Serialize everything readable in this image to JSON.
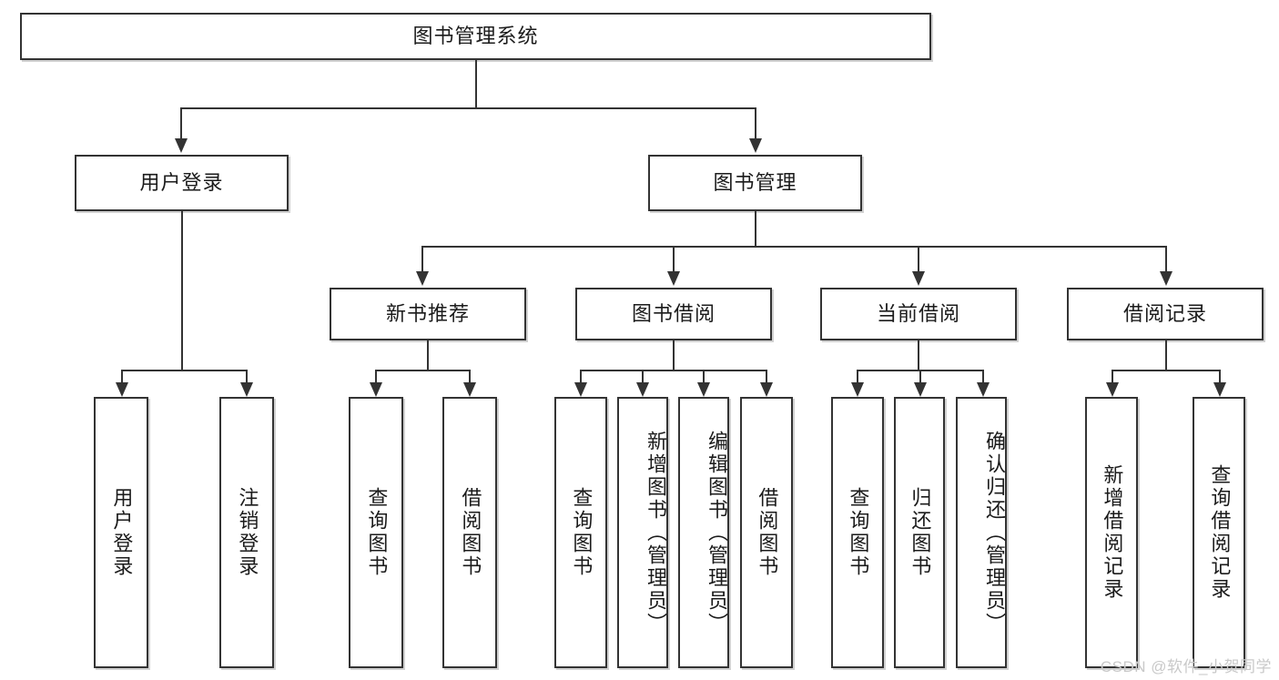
{
  "diagram": {
    "type": "tree-hierarchy",
    "title": "图书管理系统",
    "watermark": "CSDN @软件_小贺同学",
    "colors": {
      "box_border": "#333333",
      "box_fill": "#ffffff",
      "connector": "#333333",
      "text": "#1b1b1b",
      "watermark": "#c9c9c9"
    },
    "levels": {
      "root": {
        "label": "图书管理系统"
      },
      "level2": [
        {
          "id": "user-login",
          "label": "用户登录"
        },
        {
          "id": "book-manage",
          "label": "图书管理"
        }
      ],
      "level3": [
        {
          "id": "new-book-rec",
          "label": "新书推荐"
        },
        {
          "id": "book-borrow",
          "label": "图书借阅"
        },
        {
          "id": "current-borrow",
          "label": "当前借阅"
        },
        {
          "id": "borrow-record",
          "label": "借阅记录"
        }
      ],
      "leaves": {
        "user-login": [
          {
            "id": "leaf-user-login",
            "label": "用户登录"
          },
          {
            "id": "leaf-logout",
            "label": "注销登录"
          }
        ],
        "new-book-rec": [
          {
            "id": "leaf-query-book-1",
            "label": "查询图书"
          },
          {
            "id": "leaf-borrow-book-1",
            "label": "借阅图书"
          }
        ],
        "book-borrow": [
          {
            "id": "leaf-query-book-2",
            "label": "查询图书"
          },
          {
            "id": "leaf-add-book",
            "label": "新增图书（管理员）"
          },
          {
            "id": "leaf-edit-book",
            "label": "编辑图书（管理员）"
          },
          {
            "id": "leaf-borrow-book-2",
            "label": "借阅图书"
          }
        ],
        "current-borrow": [
          {
            "id": "leaf-query-book-3",
            "label": "查询图书"
          },
          {
            "id": "leaf-return-book",
            "label": "归还图书"
          },
          {
            "id": "leaf-confirm-return",
            "label": "确认归还（管理员）"
          }
        ],
        "borrow-record": [
          {
            "id": "leaf-add-record",
            "label": "新增借阅记录"
          },
          {
            "id": "leaf-query-record",
            "label": "查询借阅记录"
          }
        ]
      }
    },
    "edges": [
      {
        "from": "图书管理系统",
        "to": "用户登录"
      },
      {
        "from": "图书管理系统",
        "to": "图书管理"
      },
      {
        "from": "用户登录",
        "to": "用户登录"
      },
      {
        "from": "用户登录",
        "to": "注销登录"
      },
      {
        "from": "图书管理",
        "to": "新书推荐"
      },
      {
        "from": "图书管理",
        "to": "图书借阅"
      },
      {
        "from": "图书管理",
        "to": "当前借阅"
      },
      {
        "from": "图书管理",
        "to": "借阅记录"
      },
      {
        "from": "新书推荐",
        "to": "查询图书"
      },
      {
        "from": "新书推荐",
        "to": "借阅图书"
      },
      {
        "from": "图书借阅",
        "to": "查询图书"
      },
      {
        "from": "图书借阅",
        "to": "新增图书（管理员）"
      },
      {
        "from": "图书借阅",
        "to": "编辑图书（管理员）"
      },
      {
        "from": "图书借阅",
        "to": "借阅图书"
      },
      {
        "from": "当前借阅",
        "to": "查询图书"
      },
      {
        "from": "当前借阅",
        "to": "归还图书"
      },
      {
        "from": "当前借阅",
        "to": "确认归还（管理员）"
      },
      {
        "from": "借阅记录",
        "to": "新增借阅记录"
      },
      {
        "from": "借阅记录",
        "to": "查询借阅记录"
      }
    ]
  }
}
